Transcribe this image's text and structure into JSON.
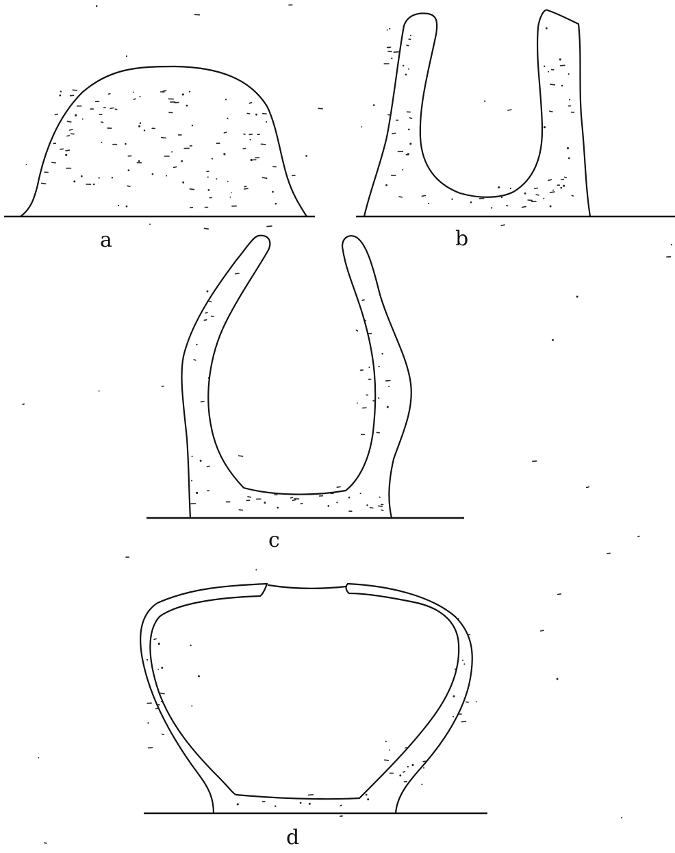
{
  "figure": {
    "panels": [
      {
        "id": "a",
        "label": "a",
        "shape": "solid-dome"
      },
      {
        "id": "b",
        "label": "b",
        "shape": "u-shaped-cup"
      },
      {
        "id": "c",
        "label": "c",
        "shape": "deep-cup-narrowing-rim"
      },
      {
        "id": "d",
        "label": "d",
        "shape": "nearly-closed-sphere"
      }
    ],
    "colors": {
      "ink": "#111111",
      "paper": "#ffffff"
    }
  }
}
